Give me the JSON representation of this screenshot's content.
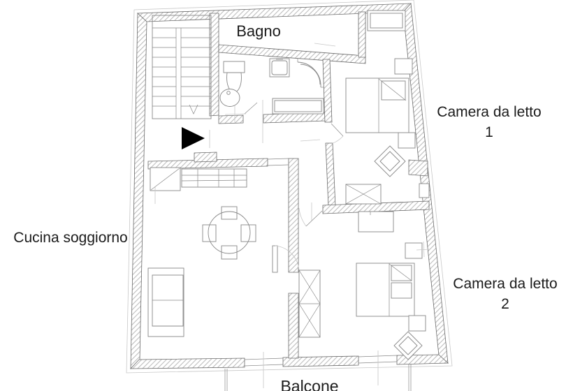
{
  "document": {
    "type": "apartment-floor-plan",
    "language": "Italian"
  },
  "rooms": {
    "bagno": {
      "label": "Bagno"
    },
    "camera1": {
      "label": "Camera da letto",
      "number": "1"
    },
    "cucina": {
      "label": "Cucina soggiorno"
    },
    "camera2": {
      "label": "Camera da letto",
      "number": "2"
    },
    "balcone": {
      "label": "Balcone"
    }
  },
  "icons": {
    "entrance_arrow": "right-pointing solid black triangle marking the apartment entrance",
    "stair_direction_arrow": "small V arrow on staircase"
  },
  "colors": {
    "ink": "#1b1b1b",
    "wall_hatch": "#bcbcbc",
    "wall_line": "#6a6a6a",
    "furn_line": "#878787",
    "faint_line": "#c7c7c7",
    "arrow": "#000000",
    "bg": "#ffffff"
  }
}
